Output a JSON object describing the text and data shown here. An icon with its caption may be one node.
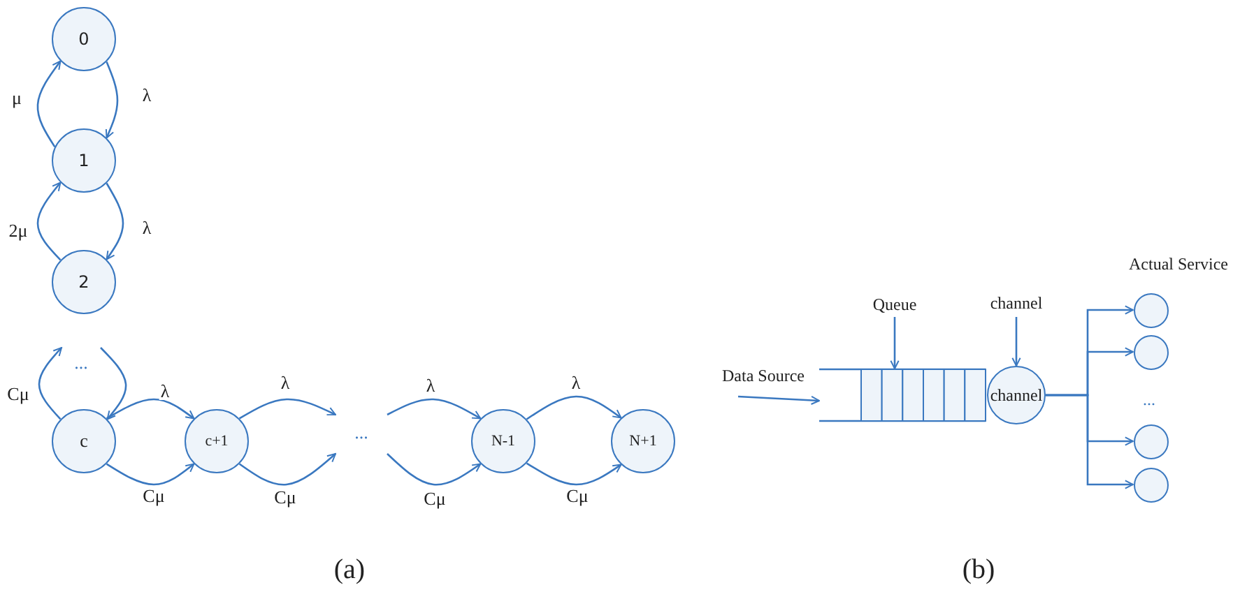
{
  "diagram": {
    "nodes": [
      {
        "text": [
          "0"
        ]
      },
      {
        "text": [
          "1"
        ]
      },
      {
        "text": [
          "2"
        ]
      },
      {
        "text": [
          "c"
        ]
      },
      {
        "text": [
          "c+1"
        ]
      },
      {
        "text": [
          "N-1"
        ]
      },
      {
        "text": [
          "N+1"
        ]
      },
      {
        "text": [
          "Data Source"
        ]
      },
      {
        "text": [
          "Queue"
        ]
      },
      {
        "text": [],
        "shape": "box"
      },
      {
        "text": [
          "channel"
        ]
      },
      {
        "text": [
          "channel"
        ]
      },
      {
        "text": [],
        "shape": "circle"
      },
      {
        "text": [],
        "shape": "circle"
      },
      {
        "text": [],
        "shape": "circle"
      },
      {
        "text": [],
        "shape": "circle"
      },
      {
        "text": [
          "..."
        ]
      },
      {
        "text": [
          "..."
        ]
      }
    ],
    "edges": [
      {
        "from": 0,
        "to": 1,
        "arrow": "to",
        "label": "λ"
      },
      {
        "from": 1,
        "to": 0,
        "arrow": "to",
        "label": "μ"
      },
      {
        "from": 1,
        "to": 2,
        "arrow": "to",
        "label": "λ"
      },
      {
        "from": 2,
        "to": 1,
        "arrow": "to",
        "label": "2μ"
      },
      {
        "from": 3,
        "to": 16,
        "arrow": "to",
        "label": "Cμ"
      },
      {
        "from": 16,
        "to": 3,
        "arrow": "to"
      },
      {
        "from": 3,
        "to": 4,
        "arrow": "to",
        "label": "λ"
      },
      {
        "from": 3,
        "to": 4,
        "arrow": "to",
        "label": "Cμ"
      },
      {
        "from": 4,
        "to": 17,
        "arrow": "to",
        "label": "λ"
      },
      {
        "from": 4,
        "to": 17,
        "arrow": "to",
        "label": "Cμ"
      },
      {
        "from": 17,
        "to": 5,
        "arrow": "to",
        "label": "λ"
      },
      {
        "from": 17,
        "to": 5,
        "arrow": "to",
        "label": "Cμ"
      },
      {
        "from": 5,
        "to": 6,
        "arrow": "to",
        "label": "λ"
      },
      {
        "from": 5,
        "to": 6,
        "arrow": "to",
        "label": "Cμ"
      },
      {
        "from": 7,
        "to": 9,
        "arrow": "to"
      },
      {
        "from": 8,
        "to": 9,
        "arrow": "to"
      },
      {
        "from": 10,
        "to": 11,
        "arrow": "to"
      },
      {
        "from": 11,
        "to": 12,
        "arrow": "to"
      },
      {
        "from": 11,
        "to": 13,
        "arrow": "to"
      },
      {
        "from": 11,
        "to": 14,
        "arrow": "to"
      },
      {
        "from": 11,
        "to": 15,
        "arrow": "to"
      }
    ],
    "labels": [
      "(a)",
      "Actual Service",
      "...",
      "(b)"
    ]
  }
}
